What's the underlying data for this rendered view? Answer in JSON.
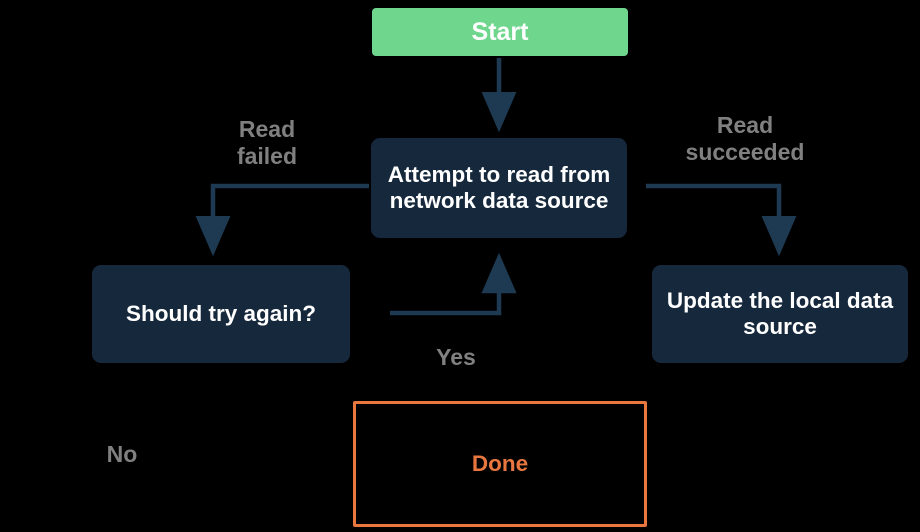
{
  "diagram": {
    "title": "Network read retry flowchart",
    "background_color": "#000000",
    "nodes": [
      {
        "id": "start",
        "label": "Start",
        "fill": "#6FD68E",
        "text_color": "#ffffff"
      },
      {
        "id": "attempt",
        "label": "Attempt to read from network data source",
        "fill": "#16293C",
        "text_color": "#ffffff"
      },
      {
        "id": "retry",
        "label": "Should try again?",
        "fill": "#16293C",
        "text_color": "#ffffff"
      },
      {
        "id": "update",
        "label": "Update the local data source",
        "fill": "#16293C",
        "text_color": "#ffffff"
      },
      {
        "id": "done",
        "label": "Done",
        "fill": "transparent",
        "text_color": "#E8763F",
        "border_color": "#E8763F"
      }
    ],
    "edge_labels": [
      {
        "id": "read-failed",
        "label": "Read\nfailed",
        "color": "#808080"
      },
      {
        "id": "read-succeeded",
        "label": "Read\nsucceeded",
        "color": "#808080"
      },
      {
        "id": "yes",
        "label": "Yes",
        "color": "#808080"
      },
      {
        "id": "no",
        "label": "No",
        "color": "#808080"
      }
    ],
    "edge_color": "#1E3A52"
  }
}
